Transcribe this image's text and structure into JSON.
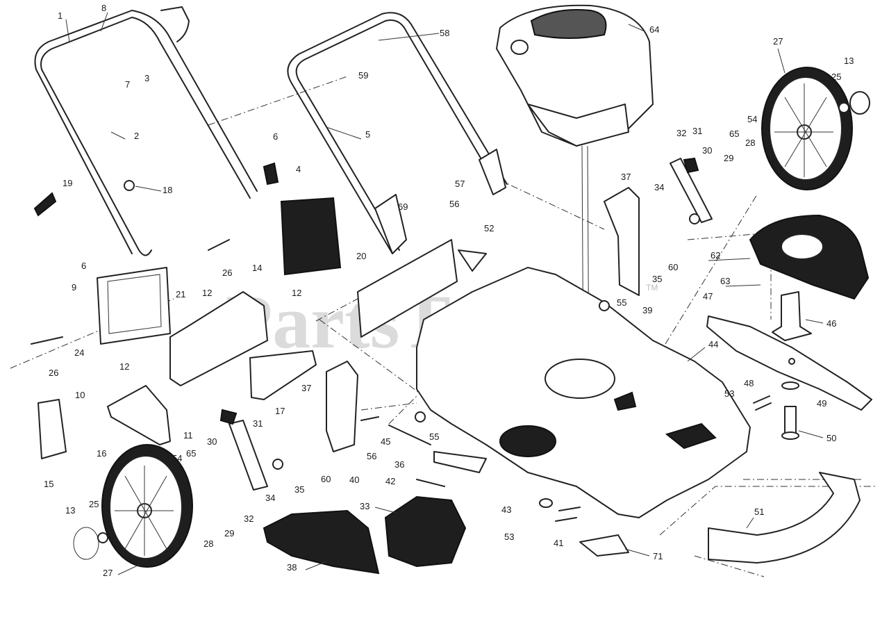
{
  "watermark": {
    "text": "PartsTree",
    "trademark": "TM"
  },
  "callouts": [
    {
      "n": "1"
    },
    {
      "n": "8"
    },
    {
      "n": "7"
    },
    {
      "n": "3"
    },
    {
      "n": "2"
    },
    {
      "n": "18"
    },
    {
      "n": "19"
    },
    {
      "n": "6"
    },
    {
      "n": "9"
    },
    {
      "n": "24"
    },
    {
      "n": "21"
    },
    {
      "n": "26"
    },
    {
      "n": "26"
    },
    {
      "n": "58"
    },
    {
      "n": "59"
    },
    {
      "n": "5"
    },
    {
      "n": "6"
    },
    {
      "n": "4"
    },
    {
      "n": "57"
    },
    {
      "n": "56"
    },
    {
      "n": "69"
    },
    {
      "n": "52"
    },
    {
      "n": "20"
    },
    {
      "n": "14"
    },
    {
      "n": "12"
    },
    {
      "n": "12"
    },
    {
      "n": "12"
    },
    {
      "n": "10"
    },
    {
      "n": "15"
    },
    {
      "n": "16"
    },
    {
      "n": "11"
    },
    {
      "n": "17"
    },
    {
      "n": "31"
    },
    {
      "n": "37"
    },
    {
      "n": "30"
    },
    {
      "n": "54"
    },
    {
      "n": "65"
    },
    {
      "n": "13"
    },
    {
      "n": "25"
    },
    {
      "n": "27"
    },
    {
      "n": "28"
    },
    {
      "n": "29"
    },
    {
      "n": "32"
    },
    {
      "n": "34"
    },
    {
      "n": "35"
    },
    {
      "n": "60"
    },
    {
      "n": "40"
    },
    {
      "n": "56"
    },
    {
      "n": "55"
    },
    {
      "n": "45"
    },
    {
      "n": "36"
    },
    {
      "n": "42"
    },
    {
      "n": "33"
    },
    {
      "n": "38"
    },
    {
      "n": "64"
    },
    {
      "n": "27"
    },
    {
      "n": "13"
    },
    {
      "n": "25"
    },
    {
      "n": "54"
    },
    {
      "n": "65"
    },
    {
      "n": "28"
    },
    {
      "n": "32"
    },
    {
      "n": "31"
    },
    {
      "n": "30"
    },
    {
      "n": "29"
    },
    {
      "n": "37"
    },
    {
      "n": "34"
    },
    {
      "n": "60"
    },
    {
      "n": "35"
    },
    {
      "n": "39"
    },
    {
      "n": "55"
    },
    {
      "n": "62"
    },
    {
      "n": "63"
    },
    {
      "n": "47"
    },
    {
      "n": "46"
    },
    {
      "n": "44"
    },
    {
      "n": "48"
    },
    {
      "n": "49"
    },
    {
      "n": "53"
    },
    {
      "n": "50"
    },
    {
      "n": "43"
    },
    {
      "n": "53"
    },
    {
      "n": "41"
    },
    {
      "n": "71"
    },
    {
      "n": "51"
    }
  ]
}
